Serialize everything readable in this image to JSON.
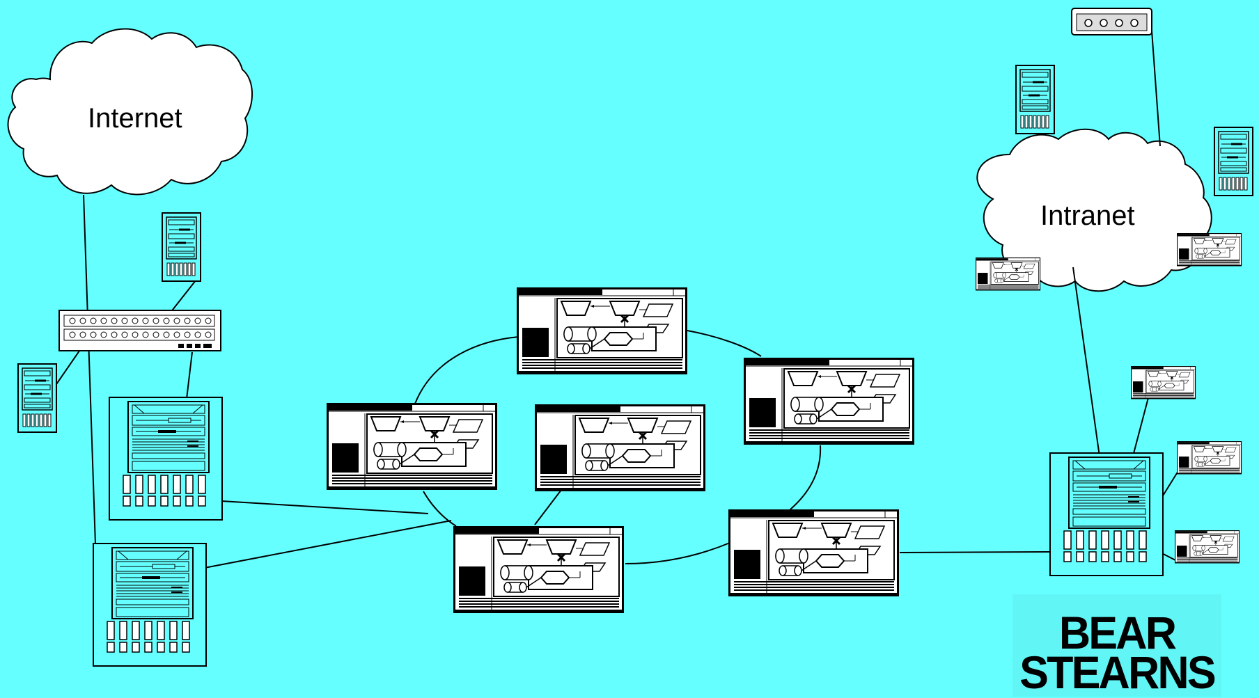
{
  "clouds": {
    "internet": "Internet",
    "intranet": "Intranet"
  },
  "logo": {
    "line1": "BEAR",
    "line2": "STEARNS"
  },
  "colors": {
    "background": "#66ffff",
    "equipment_fill": "#66ffff",
    "cloud_fill": "#ffffff",
    "stroke": "#000000"
  },
  "icons": {
    "cloud": "cloud-icon",
    "tower_server": "tower-server-icon",
    "network_hub": "network-hub-icon",
    "mainframe": "mainframe-cabinet-icon",
    "workstation": "workstation-screen-icon",
    "modem": "modem-icon"
  }
}
